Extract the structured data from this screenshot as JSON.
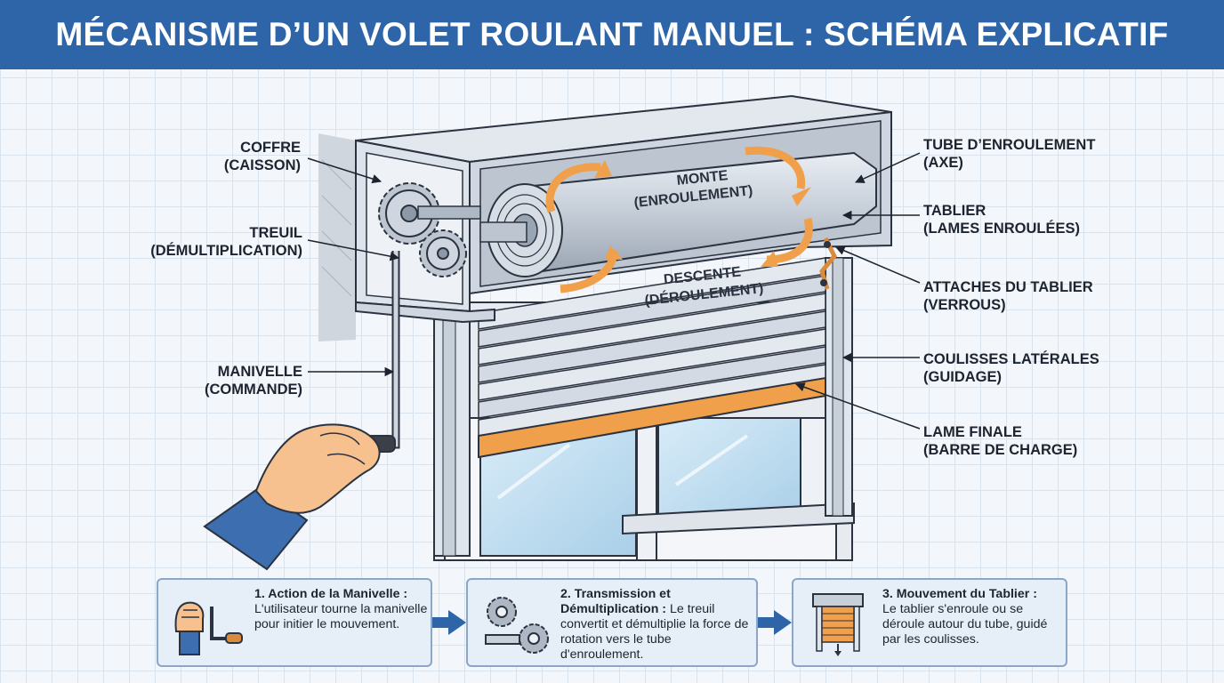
{
  "title": "MÉCANISME D’UN VOLET ROULANT MANUEL : SCHÉMA EXPLICATIF",
  "labels": {
    "coffre": [
      "COFFRE",
      "(CAISSON)"
    ],
    "treuil": [
      "TREUIL",
      "(DÉMULTIPLICATION)"
    ],
    "manivelle": [
      "MANIVELLE",
      "(COMMANDE)"
    ],
    "tube": [
      "TUBE D’ENROULEMENT",
      "(AXE)"
    ],
    "tablier": [
      "TABLIER",
      "(LAMES ENROULÉES)"
    ],
    "attaches": [
      "ATTACHES DU TABLIER",
      "(VERROUS)"
    ],
    "coulisses": [
      "COULISSES LATÉRALES",
      "(GUIDAGE)"
    ],
    "lame": [
      "LAME FINALE",
      "(BARRE DE CHARGE)"
    ]
  },
  "rotation": {
    "monte": [
      "MONTE",
      "(ENROULEMENT)"
    ],
    "descente": [
      "DESCENTE",
      "(DÉROULEMENT)"
    ]
  },
  "steps": [
    {
      "heading": "1. Action de la Manivelle :",
      "body": "L'utilisateur tourne la manivelle pour initier le mouvement.",
      "icon": "hand-crank-icon"
    },
    {
      "heading": "2. Transmission et Démultiplication :",
      "body": "Le treuil convertit et démultiplie la force de rotation vers le tube d'enroulement.",
      "icon": "gears-icon"
    },
    {
      "heading": "3. Mouvement du Tablier :",
      "body": "Le tablier s'enroule ou se déroule autour du tube, guidé par les coulisses.",
      "icon": "shutter-icon"
    }
  ],
  "colors": {
    "header": "#2e65a8",
    "accent": "#f0a04b",
    "outline": "#2b3240",
    "metal": "#c9d1db",
    "glass": "#bfdcef",
    "sleeve": "#3d6fb0",
    "skin": "#f6c08f"
  }
}
